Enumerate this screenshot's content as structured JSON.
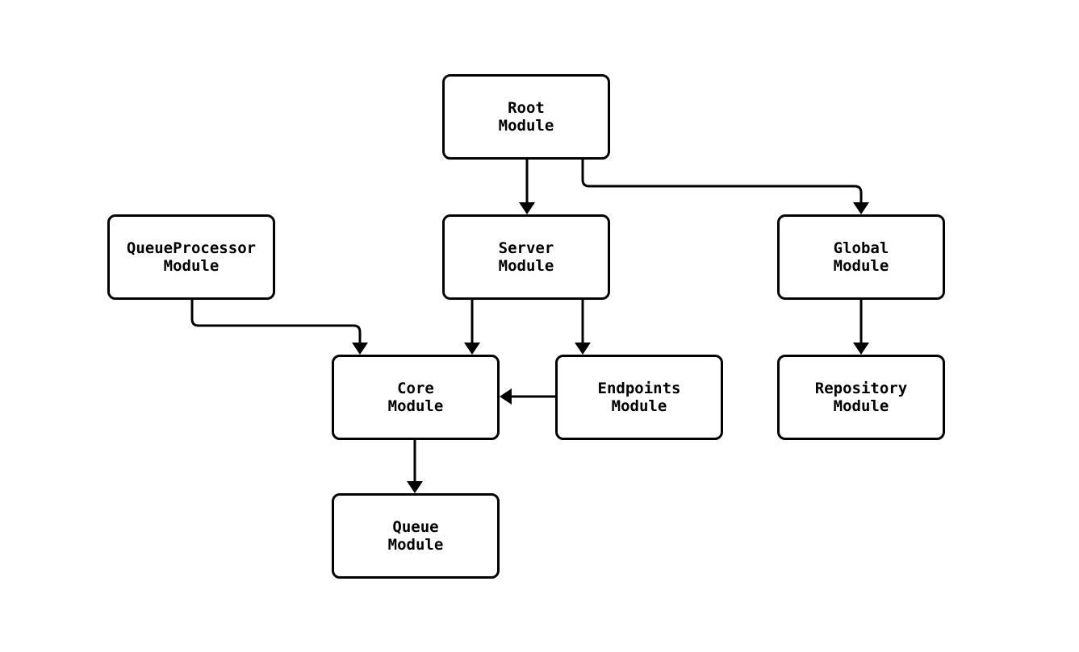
{
  "diagram": {
    "background_color": "#ffffff",
    "line_color": "#000000",
    "text_color": "#000000",
    "nodes": {
      "root": {
        "label": "Root\nModule"
      },
      "queue_processor": {
        "label": "QueueProcessor\nModule"
      },
      "server": {
        "label": "Server\nModule"
      },
      "global": {
        "label": "Global\nModule"
      },
      "core": {
        "label": "Core\nModule"
      },
      "endpoints": {
        "label": "Endpoints\nModule"
      },
      "repository": {
        "label": "Repository\nModule"
      },
      "queue": {
        "label": "Queue\nModule"
      }
    },
    "edges": [
      {
        "from": "Root Module",
        "to": "Server Module"
      },
      {
        "from": "Root Module",
        "to": "Global Module"
      },
      {
        "from": "QueueProcessor Module",
        "to": "Core Module"
      },
      {
        "from": "Server Module",
        "to": "Core Module"
      },
      {
        "from": "Server Module",
        "to": "Endpoints Module"
      },
      {
        "from": "Endpoints Module",
        "to": "Core Module"
      },
      {
        "from": "Global Module",
        "to": "Repository Module"
      },
      {
        "from": "Core Module",
        "to": "Queue Module"
      }
    ]
  }
}
